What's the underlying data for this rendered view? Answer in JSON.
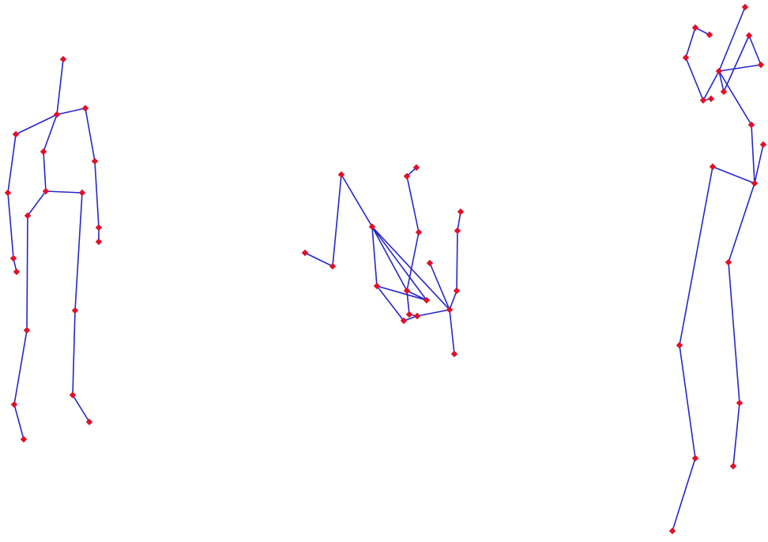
{
  "colors": {
    "background": "#ffffff",
    "bone": "#2626c8",
    "joint": "#e0102a"
  },
  "figures": [
    {
      "name": "skeleton-left-standing"
    },
    {
      "name": "skeleton-middle-folded"
    },
    {
      "name": "skeleton-right-reaching"
    }
  ]
}
